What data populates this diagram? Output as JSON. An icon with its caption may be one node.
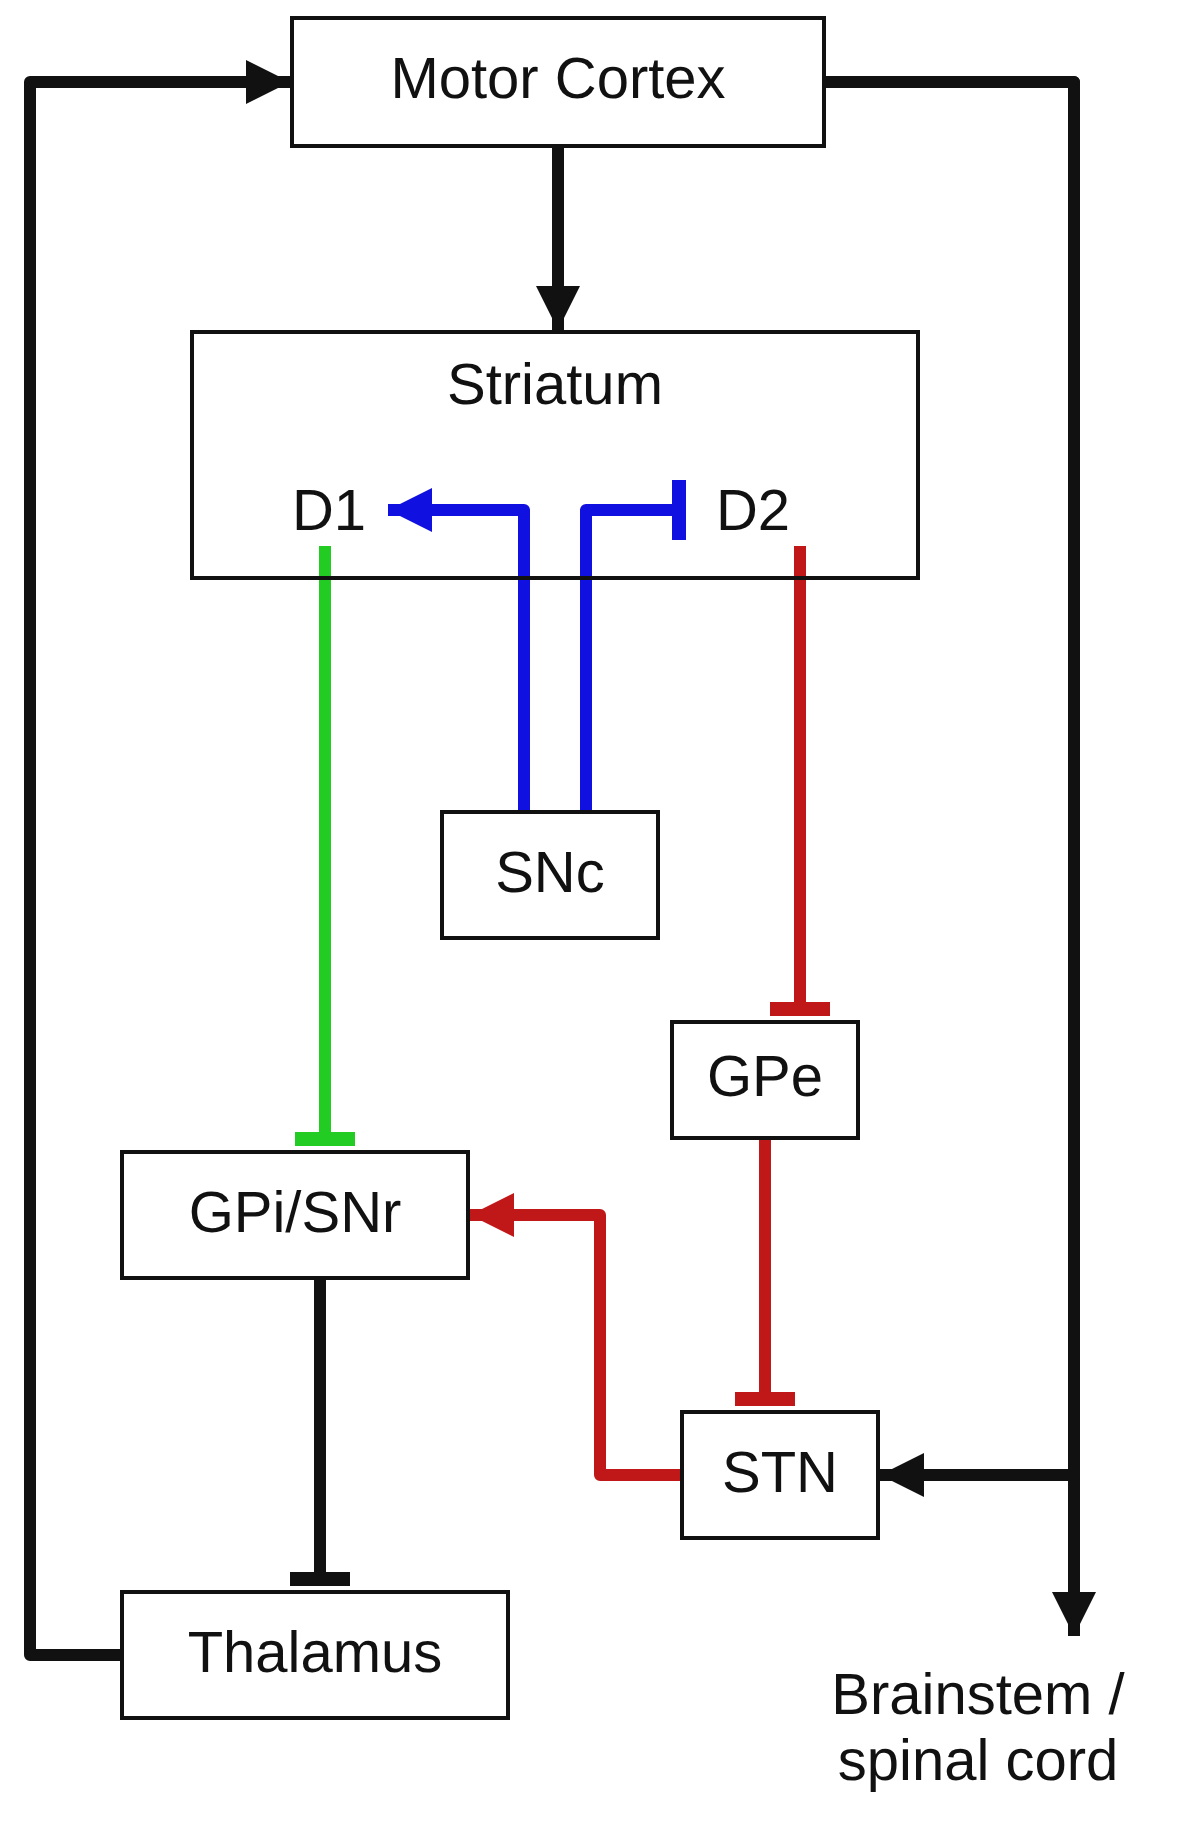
{
  "diagram": {
    "nodes": [
      {
        "text": [
          "Motor Cortex"
        ]
      },
      {
        "text": [
          "Striatum"
        ]
      },
      {
        "text": [
          "D1"
        ],
        "in": 1
      },
      {
        "text": [
          "D2"
        ],
        "in": 1
      },
      {
        "text": [
          "SNc"
        ]
      },
      {
        "text": [
          "GPe"
        ]
      },
      {
        "text": [
          "GPi/SNr"
        ]
      },
      {
        "text": [
          "STN"
        ]
      },
      {
        "text": [
          "Thalamus"
        ]
      },
      {
        "text": [
          "Brainstem / spinal cord"
        ]
      }
    ],
    "edges": [
      {
        "from": 0,
        "to": 1,
        "arrow": "to"
      },
      {
        "from": 4,
        "to": 2,
        "arrow": "to",
        "color": "#1010e0"
      },
      {
        "from": 4,
        "to": 3,
        "arrow": "other",
        "color": "#1010e0"
      },
      {
        "from": 2,
        "to": 6,
        "arrow": "other",
        "color": "#22cc22"
      },
      {
        "from": 3,
        "to": 5,
        "arrow": "other",
        "color": "#c01818"
      },
      {
        "from": 5,
        "to": 7,
        "arrow": "other",
        "color": "#c01818"
      },
      {
        "from": 7,
        "to": 6,
        "arrow": "to",
        "color": "#c01818"
      },
      {
        "from": 6,
        "to": 8,
        "arrow": "other"
      },
      {
        "from": 8,
        "to": 0,
        "arrow": "to"
      },
      {
        "from": 0,
        "to": 9,
        "arrow": "to"
      },
      {
        "from": 0,
        "to": 7,
        "arrow": "to"
      }
    ]
  }
}
